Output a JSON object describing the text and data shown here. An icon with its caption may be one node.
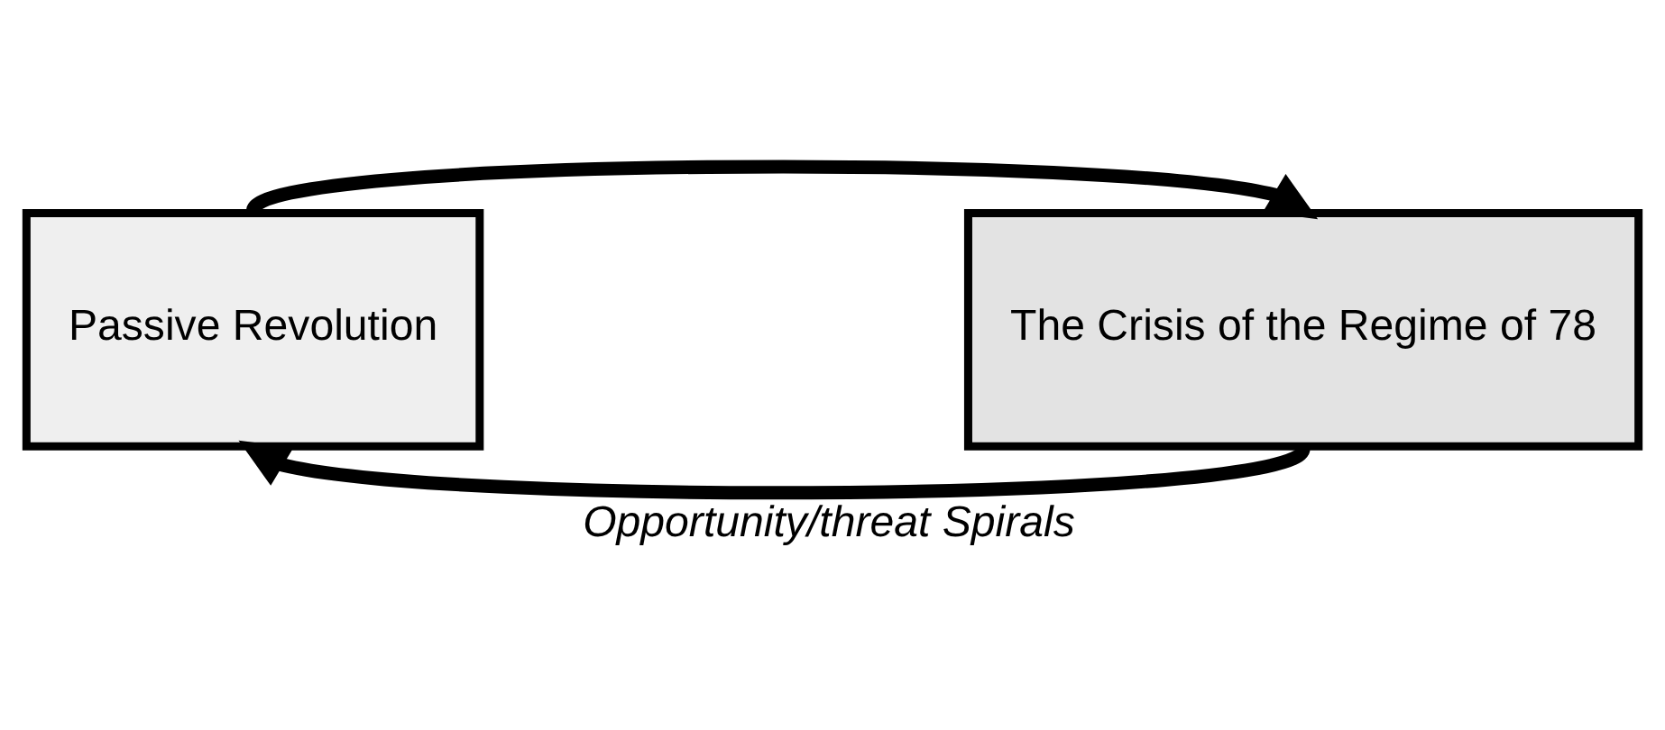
{
  "diagram": {
    "caption": "Opportunity/threat Spirals",
    "nodes": [
      {
        "text": [
          "Passive Revolution"
        ]
      },
      {
        "text": [
          "The Crisis of the Regime of 78"
        ]
      }
    ],
    "edges": [
      {
        "from": 0,
        "to": 1,
        "arrow": "to"
      },
      {
        "from": 1,
        "to": 0,
        "arrow": "to"
      }
    ]
  }
}
